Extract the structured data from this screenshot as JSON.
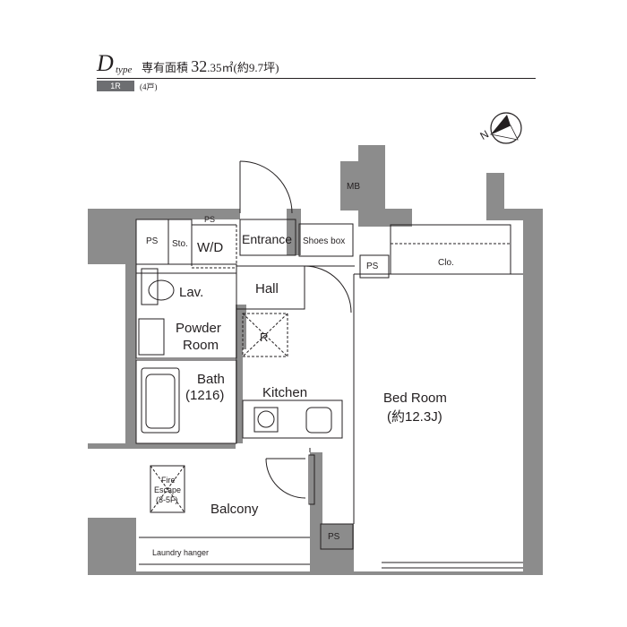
{
  "header": {
    "type_letter": "D",
    "type_suffix": "type",
    "area_label": "専有面積",
    "area_value": "32",
    "area_decimal": ".35㎡(約9.7坪)",
    "layout_badge": "1R",
    "unit_count": "(4戸)"
  },
  "rooms": {
    "ps_top": "PS",
    "ps_left": "PS",
    "storage": "Sto.",
    "wd": "W/D",
    "entrance": "Entrance",
    "shoes_box": "Shoes box",
    "mb": "MB",
    "ps_right": "PS",
    "closet": "Clo.",
    "lavatory": "Lav.",
    "hall": "Hall",
    "powder_room_1": "Powder",
    "powder_room_2": "Room",
    "refrigerator": "R",
    "bath_1": "Bath",
    "bath_2": "(1216)",
    "kitchen": "Kitchen",
    "bed_room_1": "Bed Room",
    "bed_room_2": "(約12.3J)",
    "fire_escape_1": "Fire",
    "fire_escape_2": "Escape",
    "fire_escape_3": "(3-5F)",
    "balcony": "Balcony",
    "laundry_hanger": "Laundry hanger",
    "ps_bottom": "PS"
  },
  "compass": {
    "label": "N"
  },
  "colors": {
    "wall": "#8c8c8c",
    "line": "#231f20",
    "badge": "#6d6e71"
  }
}
